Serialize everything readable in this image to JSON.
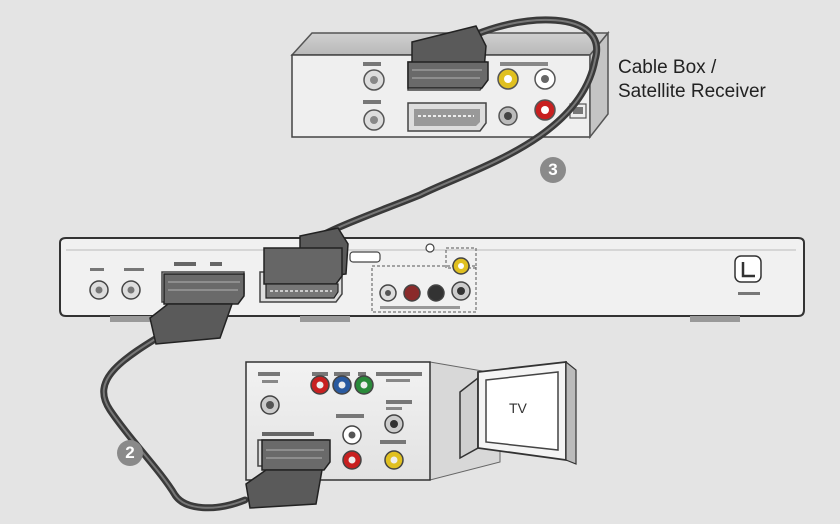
{
  "devices": {
    "cable_box_label_line1": "Cable Box /",
    "cable_box_label_line2": "Satellite Receiver",
    "tv_label": "TV"
  },
  "steps": {
    "step2": "2",
    "step3": "3"
  },
  "colors": {
    "background": "#e4e4e4",
    "panel": "#ececec",
    "outline": "#333333",
    "cable": "#3a3a3a",
    "connector": "#555555",
    "step_badge": "#8a8a8a",
    "jack_yellow": "#e0c020",
    "jack_red": "#c82020",
    "jack_green": "#2a8a3a",
    "jack_blue": "#2a5aa0"
  }
}
